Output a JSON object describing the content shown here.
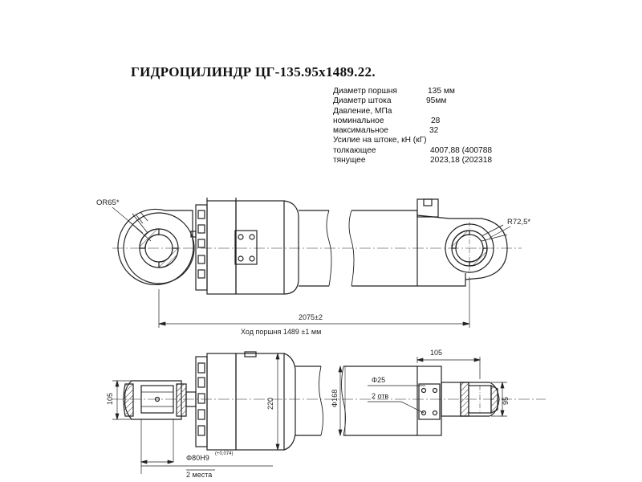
{
  "title": "ГИДРОЦИЛИНДР ЦГ-135.95х1489.22.",
  "specs": [
    {
      "label": "Диаметр поршня",
      "value": "135 мм"
    },
    {
      "label": "Диаметр штока",
      "value": "95мм"
    },
    {
      "label": "Давление, МПа",
      "value": ""
    },
    {
      "label": "номинальное",
      "value": "28"
    },
    {
      "label": "максимальное",
      "value": "32"
    },
    {
      "label": "Усилие на штоке, кН (кГ)",
      "value": ""
    },
    {
      "label": "толкающее",
      "value": "4007,88 (400788"
    },
    {
      "label": "тянущее",
      "value": "2023,18 (202318"
    }
  ],
  "dimensions": {
    "left_eye_radius": "OR65*",
    "right_eye_radius": "R72,5*",
    "length": "2075±2",
    "stroke": "Ход поршня 1489 ±1 мм",
    "rod_end_width": "105",
    "rod_end_height": "95",
    "hole_dia": "Φ25",
    "holes_count": "2 отв",
    "body_dia": "Φ168",
    "flange_height": "220",
    "pin_bore": "Φ80Н9",
    "pin_bore_tol": "(+0,074)",
    "two_places": "2 места",
    "left_eye_width": "105"
  }
}
